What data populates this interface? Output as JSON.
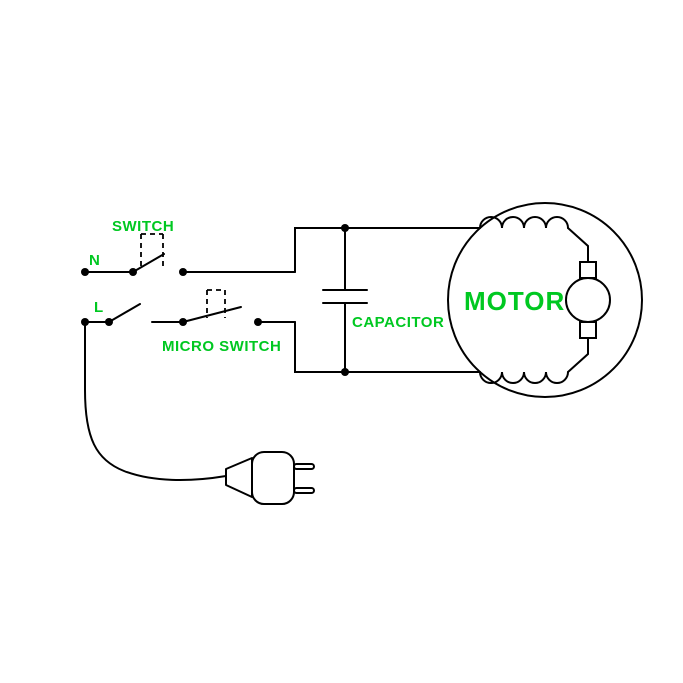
{
  "colors": {
    "wire": "#000000",
    "label": "#00c821",
    "background": "#ffffff"
  },
  "labels": {
    "switch": "SWITCH",
    "neutral": "N",
    "live": "L",
    "micro_switch": "MICRO SWITCH",
    "capacitor": "CAPACITOR",
    "motor": "MOTOR"
  }
}
